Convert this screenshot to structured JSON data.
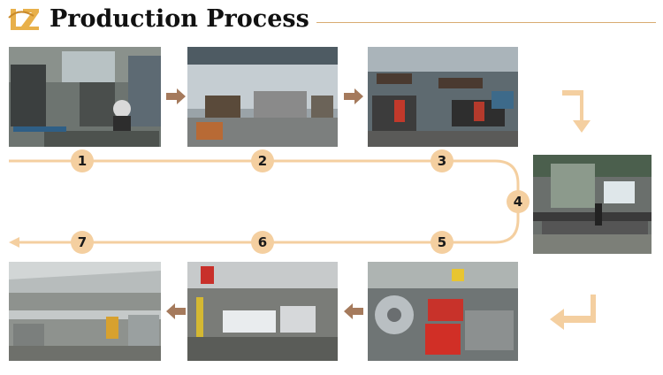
{
  "header": {
    "logo_text": "LZ",
    "title": "Production Process"
  },
  "steps": [
    {
      "number": "1"
    },
    {
      "number": "2"
    },
    {
      "number": "3"
    },
    {
      "number": "4"
    },
    {
      "number": "5"
    },
    {
      "number": "6"
    },
    {
      "number": "7"
    }
  ],
  "colors": {
    "accent": "#d9ab72",
    "badge": "#f4cfa0",
    "arrow": "#a57a5c",
    "bend_arrow": "#f4cfa0"
  }
}
